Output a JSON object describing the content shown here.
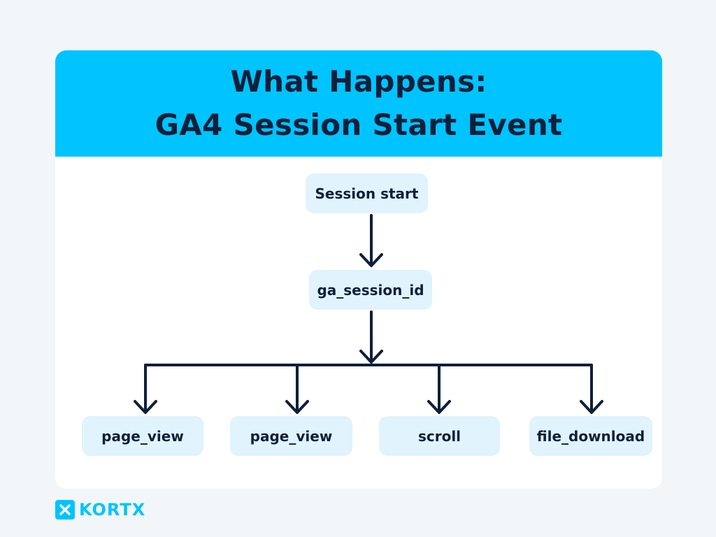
{
  "header": {
    "title_line1": "What Happens:",
    "title_line2": "GA4 Session Start Event"
  },
  "nodes": {
    "session_start": "Session start",
    "session_id": "ga_session_id",
    "events": [
      "page_view",
      "page_view",
      "scroll",
      "file_download"
    ]
  },
  "brand": {
    "name": "KORTX",
    "accent": "#00c4ff",
    "text_color": "#0f1f3a",
    "node_fill": "#e1f3fc"
  }
}
